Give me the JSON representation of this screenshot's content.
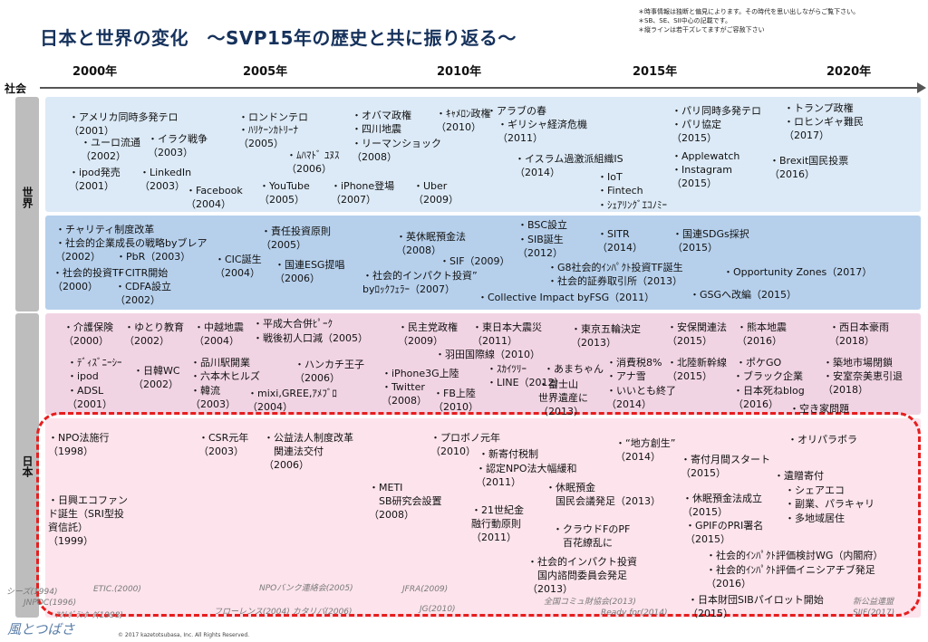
{
  "title": "日本と世界の変化　～SVP15年の歴史と共に振り返る～",
  "notes": [
    "＊時事情報は独断と偏見によります。その時代を思い出しながらご覧下さい。",
    "＊SB、SE、SII中心の記載です。",
    "＊縦ラインは若干ズレてますがご容赦下さい"
  ],
  "years": [
    "2000年",
    "2005年",
    "2010年",
    "2015年",
    "2020年"
  ],
  "labels": {
    "shakai": "社会",
    "sekai": "世界",
    "nihon": "日本"
  },
  "colors": {
    "world_band": "#dceaf7",
    "world_social": "#b6d0ec",
    "japan_band": "#f1d4e3",
    "japan_social": "#fce3ec",
    "dash": "#e61e1e",
    "title": "#16325c"
  },
  "world_events": [
    "・アメリカ同時多発テロ\n（2001）",
    "・ユーロ流通\n（2002）",
    "・イラク戦争\n（2003）",
    "・ipod発売\n（2001）",
    "・LinkedIn\n（2003）",
    "・Facebook\n（2004）",
    "・ロンドンテロ",
    "・ﾊﾘｹｰﾝｶﾄﾘｰﾅ\n（2005）",
    "・ﾑﾊﾏﾄﾞ ﾕﾇｽ\n（2006）",
    "・YouTube\n（2005）",
    "・オバマ政権",
    "・四川地震",
    "・リーマンショック\n（2008）",
    "・iPhone登場\n（2007）",
    "・ｷｬﾒﾛﾝ政権\n（2010）",
    "・アラブの春",
    "・ギリシャ経済危機\n（2011）",
    "・Uber\n（2009）",
    "・イスラム過激派組織IS\n（2014）",
    "・IoT",
    "・Fintech",
    "・ｼｪｱﾘﾝｸﾞｴｺﾉﾐｰ",
    "・パリ同時多発テロ",
    "・パリ協定\n（2015）",
    "・Applewatch",
    "・Instagram\n（2015）",
    "・トランプ政権",
    "・ロヒンギャ難民\n（2017）",
    "・Brexit国民投票\n（2016）"
  ],
  "world_social": [
    "・チャリティ制度改革",
    "・社会的企業成長の戦略byブレア\n（2002）",
    "・PbR（2003）",
    "・社会的投資TF\n（2000）",
    "・CITR開始",
    "・CDFA設立\n（2002）",
    "・責任投資原則\n（2005）",
    "・CIC誕生\n（2004）",
    "・国連ESG提唱\n（2006）",
    "・英休眠預金法\n（2008）",
    "・SIF（2009）",
    "・社会的インパクト投資”\nbyﾛｯｸﾌｪﾗｰ（2007）",
    "・BSC設立",
    "・SIB誕生\n（2012）",
    "・SITR\n（2014）",
    "・G8社会的ｲﾝﾊﾟｸﾄ投資TF誕生",
    "・社会的証券取引所（2013）",
    "・国連SDGs採択\n（2015）",
    "・Opportunity Zones（2017）",
    "・Collective Impact byFSG（2011）",
    "・GSGへ改編（2015）"
  ],
  "japan_events": [
    "・介護保険\n（2000）",
    "・ゆとり教育\n（2002）",
    "・中越地震\n（2004）",
    "・平成大合併ﾋﾟｰｸ",
    "・戦後初人口減（2005）",
    "・ﾃﾞｨｽﾞﾆｰｼｰ",
    "・ipod",
    "・ADSL\n（2001）",
    "・日韓WC\n（2002）",
    "・品川駅開業",
    "・六本木ヒルズ",
    "・韓流\n（2003）",
    "・ハンカチ王子\n（2006）",
    "・mixi,GREE,ｱﾒﾌﾞﾛ\n（2004）",
    "・民主党政権\n（2009）",
    "・東日本大震災\n（2011）",
    "・羽田国際線（2010）",
    "・iPhone3G上陸",
    "・Twitter\n（2008）",
    "・FB上陸\n（2010）",
    "・ｽｶｲﾂﾘｰ",
    "・LINE（2012）",
    "・あまちゃん",
    "・富士山\n世界遺産に\n（2013）",
    "・東京五輪決定\n（2013）",
    "・消費税8%",
    "・アナ雪",
    "・いいとも終了\n（2014）",
    "・安保関連法\n（2015）",
    "・北陸新幹線\n（2015）",
    "・熊本地震\n（2016）",
    "・ポケGO",
    "・ブラック企業",
    "・日本死ねblog\n（2016）",
    "・西日本豪雨\n（2018）",
    "・築地市場閉鎖",
    "・安室奈美恵引退\n（2018）",
    "・空き家問題"
  ],
  "japan_social": [
    "・NPO法施行\n（1998）",
    "・日興エコファン\nド誕生（SRI型投\n資信託）\n（1999）",
    "・CSR元年\n（2003）",
    "・公益法人制度改革\n　関連法交付\n（2006）",
    "・METI\n　SB研究会設置\n（2008）",
    "・プロボノ元年\n（2010）",
    "・新寄付税制",
    "・認定NPO法大幅緩和\n（2011）",
    "・21世紀金\n融行動原則\n（2011）",
    "・休眠預金\n　国民会議発足（2013）",
    "・クラウドFのPF\n　百花繚乱に",
    "・社会的インパクト投資\n　国内諮問委員会発足\n（2013）",
    "・“地方創生”\n（2014）",
    "・寄付月間スタート\n（2015）",
    "・休眠預金法成立\n（2015）",
    "・GPIFのPRI署名\n（2015）",
    "・オリパラボラ",
    "・遺贈寄付",
    "・シェアエコ",
    "・副業、パラキャリ",
    "・多地域居住",
    "・社会的ｲﾝﾊﾟｸﾄ評価検討WG（内閣府）",
    "・社会的ｲﾝﾊﾟｸﾄ評価イニシアチブ発足\n（2016）",
    "・日本財団SIBパイロット開始\n（2015）"
  ],
  "japan_orgs": [
    "シーズ(1994)",
    "ETIC.(2000)",
    "JNPOC(1996)",
    "ｱｸﾄﾎﾞﾗﾝﾀｰﾀ(1998)",
    "フローレンス(2004) カタリバ(2006)",
    "NPOバンク連絡会(2005)",
    "JFRA(2009)",
    "JG(2010)",
    "全国コミュ財協会(2013)",
    "Ready for(2014)",
    "新公益連盟",
    "SIIF(2017)"
  ],
  "logo": "風とつばさ",
  "copyright": "© 2017 kazetotsubasa, Inc. All Rights Reserved."
}
